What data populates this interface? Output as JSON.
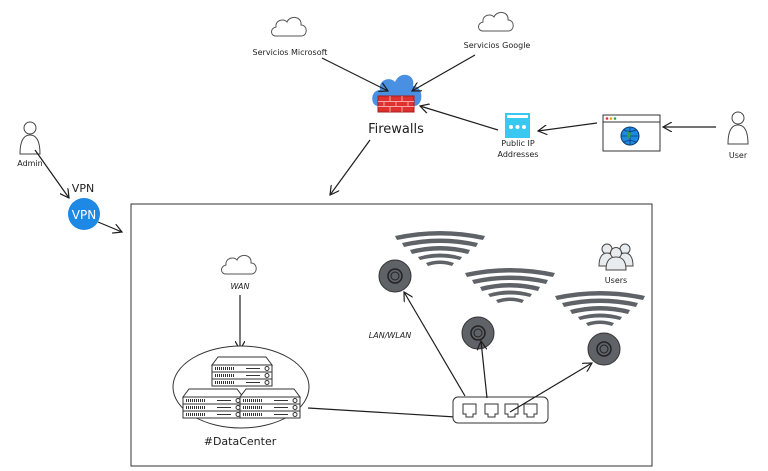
{
  "nodes": {
    "microsoft": "Servicios Microsoft",
    "google": "Servicios Google",
    "firewalls": "Firewalls",
    "public_ip_line1": "Public IP",
    "public_ip_line2": "Addresses",
    "user": "User",
    "admin": "Admin",
    "vpn_label": "VPN",
    "vpn_badge": "VPN",
    "wan": "WAN",
    "datacenter": "#DataCenter",
    "lan": "LAN/WLAN",
    "users": "Users"
  },
  "colors": {
    "vpn": "#1e88e5",
    "firewall_cloud": "#4a90e2",
    "firewall_wall": "#e03131",
    "public_ip": "#3bc8f0",
    "access_point": "#5f6368"
  }
}
